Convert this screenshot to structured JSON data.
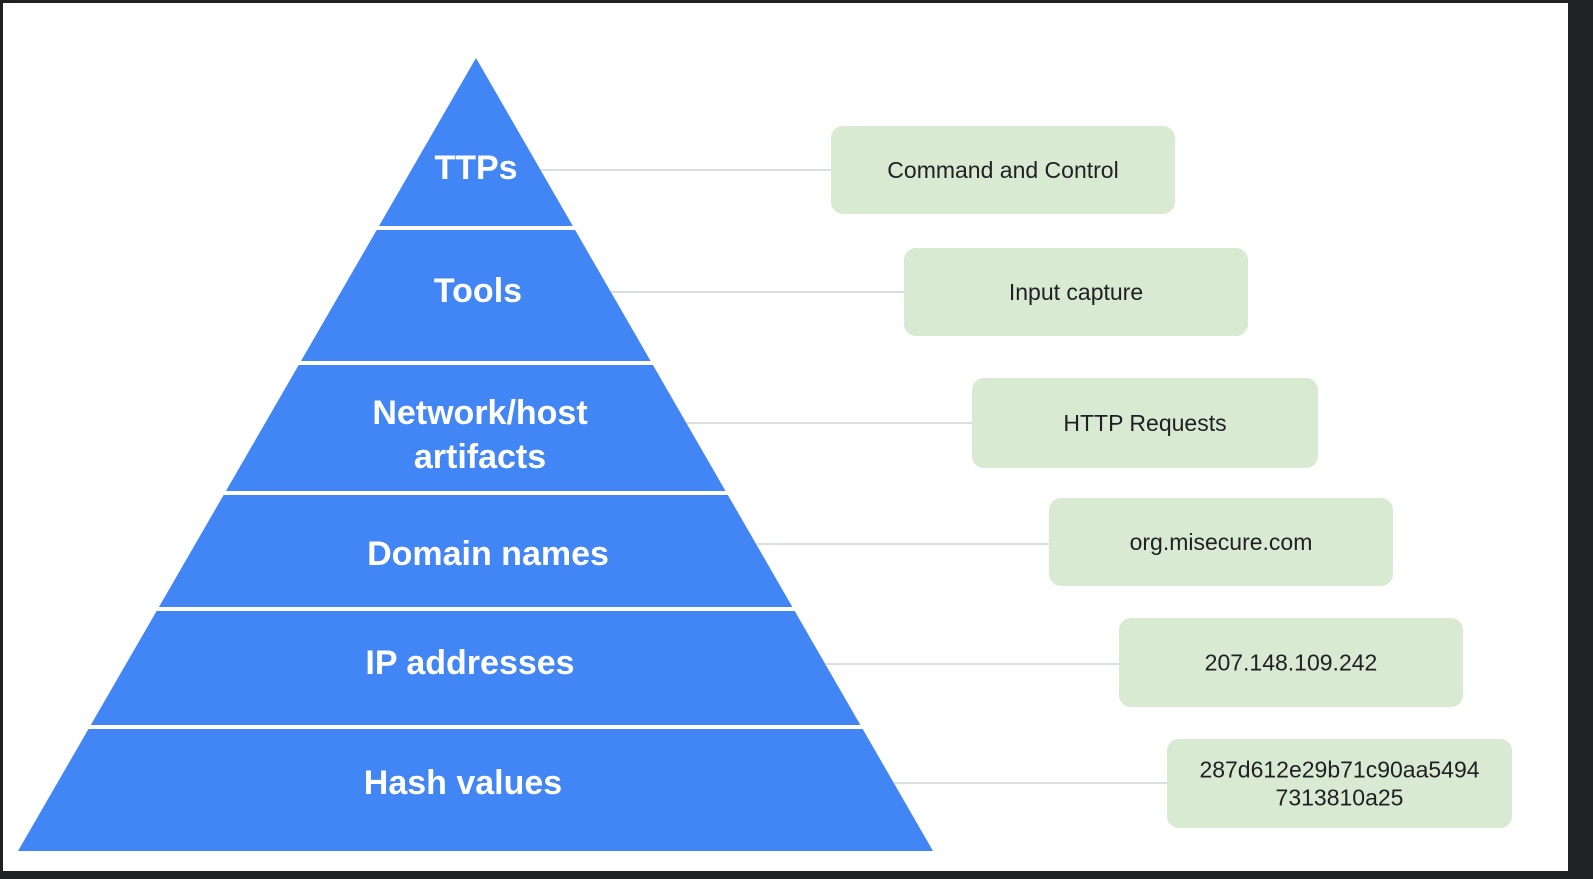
{
  "colors": {
    "pyramid_fill": "#4285f4",
    "example_box_fill": "#d9ead3",
    "connector": "#cfd3d6",
    "background": "#ffffff",
    "frame": "#202124"
  },
  "pyramid": {
    "tiers": [
      {
        "label_lines": [
          "TTPs"
        ],
        "example_lines": [
          "Command and Control"
        ]
      },
      {
        "label_lines": [
          "Tools"
        ],
        "example_lines": [
          "Input capture"
        ]
      },
      {
        "label_lines": [
          "Network/host",
          "artifacts"
        ],
        "example_lines": [
          "HTTP Requests"
        ]
      },
      {
        "label_lines": [
          "Domain names"
        ],
        "example_lines": [
          "org.misecure.com"
        ]
      },
      {
        "label_lines": [
          "IP addresses"
        ],
        "example_lines": [
          "207.148.109.242"
        ]
      },
      {
        "label_lines": [
          "Hash values"
        ],
        "example_lines": [
          "287d612e29b71c90aa5494",
          "7313810a25"
        ]
      }
    ]
  }
}
